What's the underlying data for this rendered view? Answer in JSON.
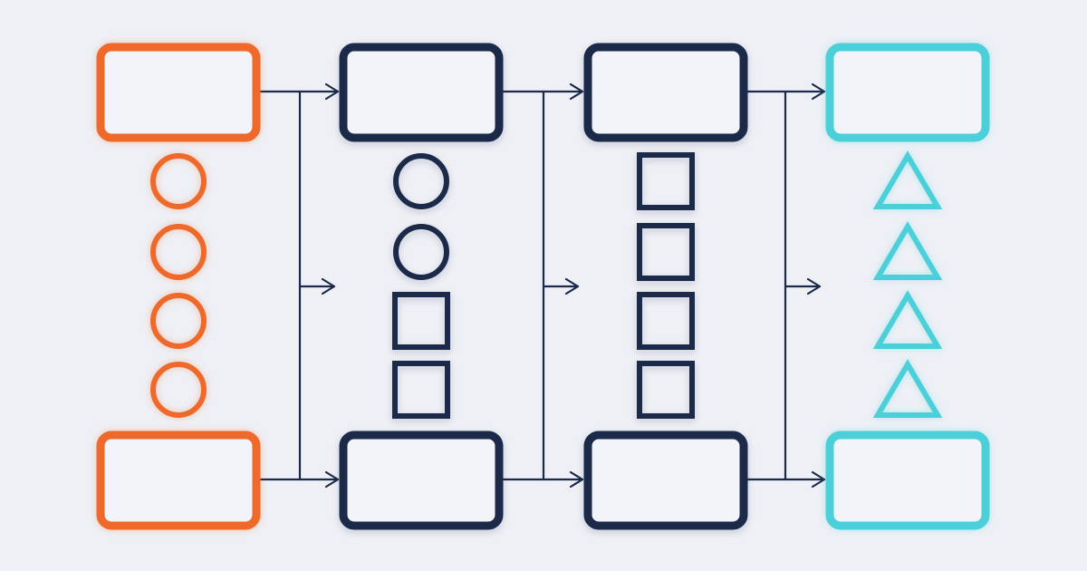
{
  "colors": {
    "background": "#eef0f6",
    "box_fill": "#f3f4f9",
    "orange": "#ef6a2a",
    "navy": "#1b2a4a",
    "teal": "#4ccfd8",
    "connector": "#1b2a4a"
  },
  "columns": [
    {
      "id": "col-1",
      "color_key": "orange",
      "top_box": "",
      "bottom_box": "",
      "markers": [
        "circle",
        "circle",
        "circle",
        "circle"
      ]
    },
    {
      "id": "col-2",
      "color_key": "navy",
      "top_box": "",
      "bottom_box": "",
      "markers": [
        "circle",
        "circle",
        "square",
        "square"
      ]
    },
    {
      "id": "col-3",
      "color_key": "navy",
      "top_box": "",
      "bottom_box": "",
      "markers": [
        "square",
        "square",
        "square",
        "square"
      ]
    },
    {
      "id": "col-4",
      "color_key": "teal",
      "top_box": "",
      "bottom_box": "",
      "markers": [
        "triangle",
        "triangle",
        "triangle",
        "triangle"
      ]
    }
  ],
  "connectors": [
    {
      "from": "col-1",
      "to": "col-2",
      "arrows": [
        "top",
        "middle",
        "bottom"
      ]
    },
    {
      "from": "col-2",
      "to": "col-3",
      "arrows": [
        "top",
        "middle",
        "bottom"
      ]
    },
    {
      "from": "col-3",
      "to": "col-4",
      "arrows": [
        "top",
        "middle",
        "bottom"
      ]
    }
  ]
}
